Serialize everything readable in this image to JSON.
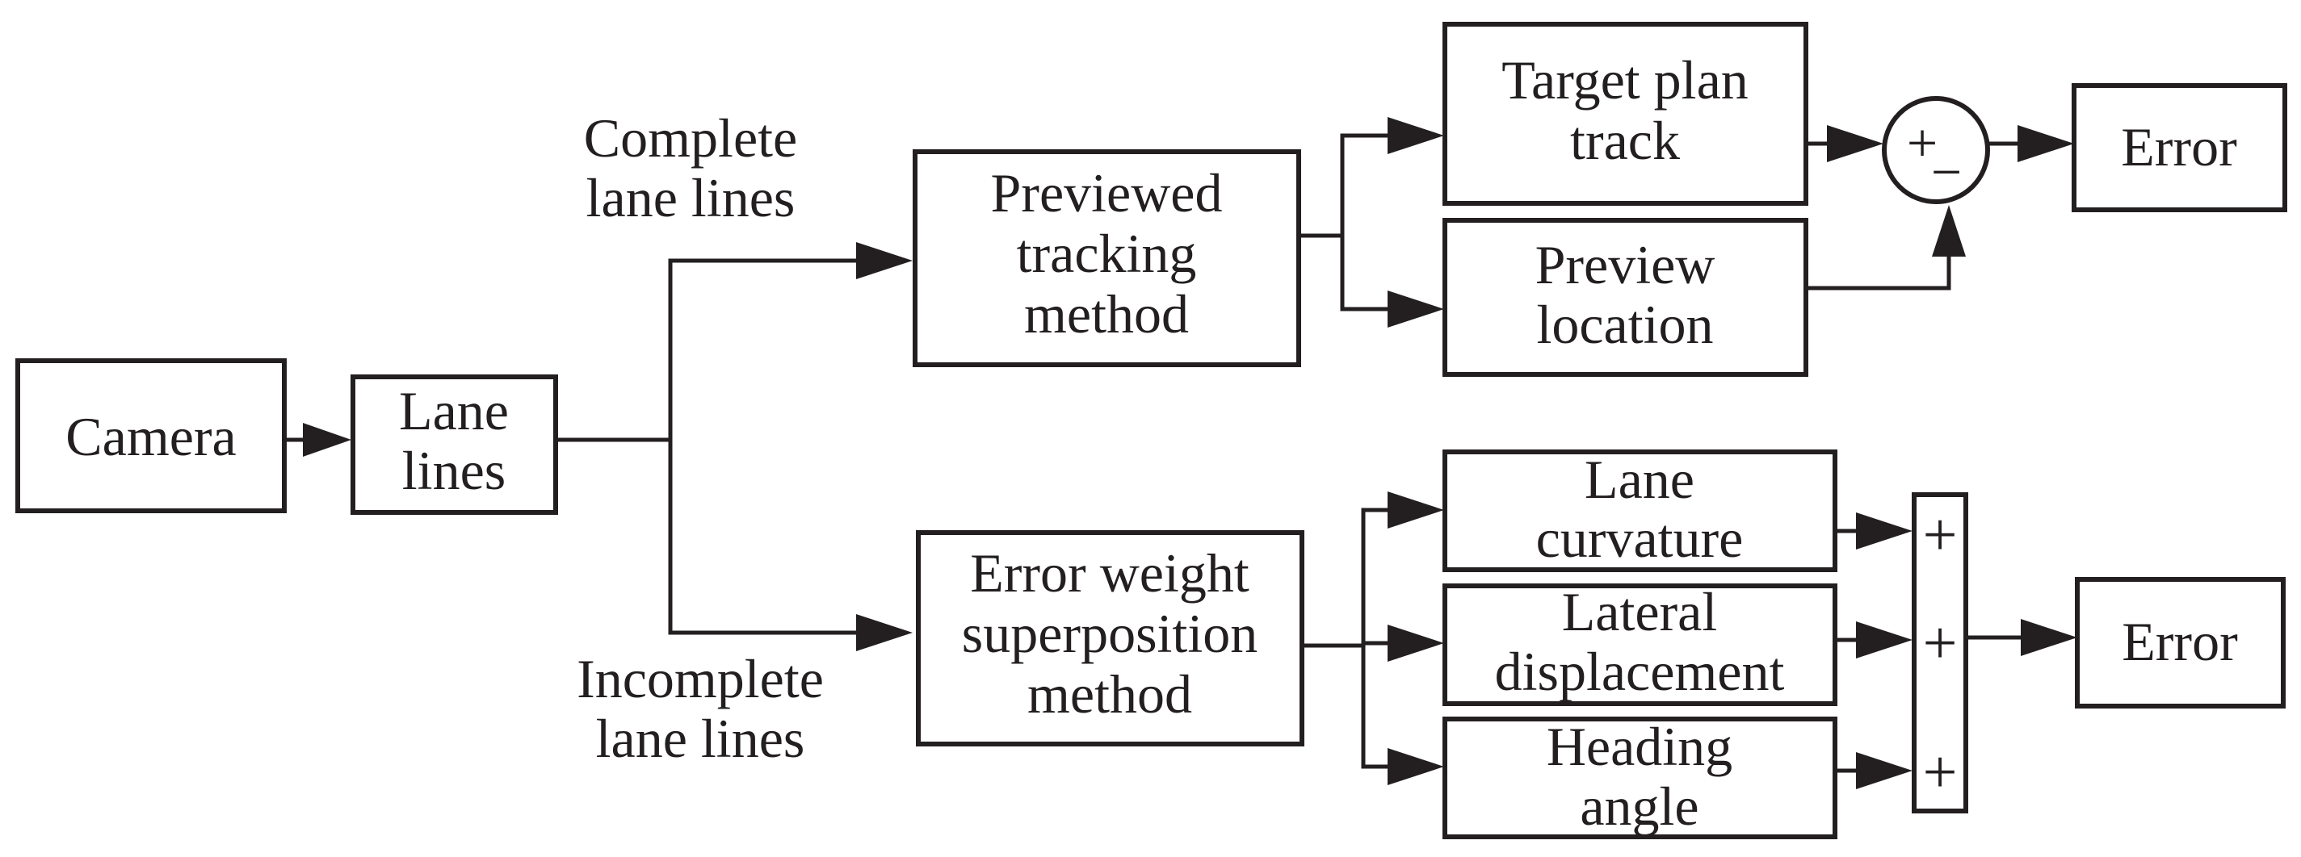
{
  "nodes": {
    "camera": "Camera",
    "lane_lines": [
      "Lane",
      "lines"
    ],
    "previewed_tracking": [
      "Previewed",
      "tracking",
      "method"
    ],
    "error_weight": [
      "Error weight",
      "superposition",
      "method"
    ],
    "target_plan_track": [
      "Target plan",
      "track"
    ],
    "preview_location": [
      "Preview",
      "location"
    ],
    "lane_curvature": [
      "Lane",
      "curvature"
    ],
    "lateral_displacement": [
      "Lateral",
      "displacement"
    ],
    "heading_angle": [
      "Heading",
      "angle"
    ],
    "error_top": "Error",
    "error_bottom": "Error"
  },
  "branch_labels": {
    "complete": [
      "Complete",
      "lane lines"
    ],
    "incomplete": [
      "Incomplete",
      "lane lines"
    ]
  },
  "comparator_signs": [
    "+",
    "−"
  ],
  "summer_signs": [
    "+",
    "+",
    "+"
  ]
}
